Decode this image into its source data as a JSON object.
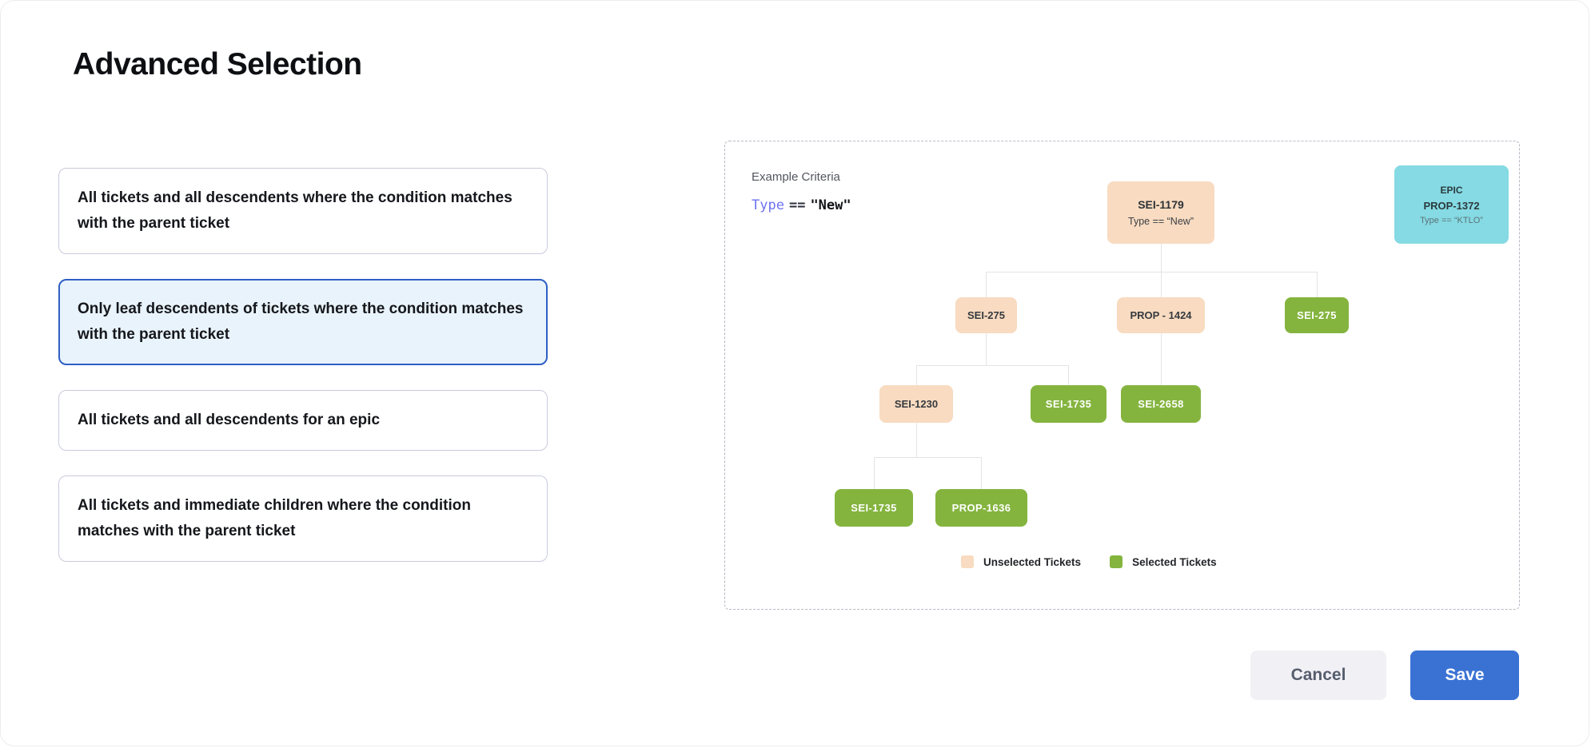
{
  "title": "Advanced Selection",
  "options": {
    "items": [
      {
        "label": "All tickets and all descendents where the condition matches with the parent ticket",
        "selected": false
      },
      {
        "label": "Only leaf descendents of tickets where the condition matches with the parent ticket",
        "selected": true
      },
      {
        "label": "All tickets and all descendents for an epic",
        "selected": false
      },
      {
        "label": "All tickets and immediate children where the condition matches with the parent ticket",
        "selected": false
      }
    ]
  },
  "example": {
    "label": "Example Criteria",
    "criteria": {
      "field": "Type",
      "operator": "==",
      "value": "\"New\""
    },
    "epic_card": {
      "type_label": "EPIC",
      "id": "PROP-1372",
      "condition": "Type == “KTLO”"
    },
    "tree": {
      "root": {
        "id": "SEI-1179",
        "condition": "Type == “New”",
        "state": "unselected"
      },
      "nodes": [
        {
          "id": "SEI-275",
          "state": "unselected"
        },
        {
          "id": "PROP - 1424",
          "state": "unselected"
        },
        {
          "id": "SEI-275",
          "state": "selected"
        },
        {
          "id": "SEI-1230",
          "state": "unselected"
        },
        {
          "id": "SEI-1735",
          "state": "selected"
        },
        {
          "id": "SEI-2658",
          "state": "selected"
        },
        {
          "id": "SEI-1735",
          "state": "selected"
        },
        {
          "id": "PROP-1636",
          "state": "selected"
        }
      ]
    },
    "legend": [
      {
        "label": "Unselected Tickets",
        "color": "#f8dbc0"
      },
      {
        "label": "Selected Tickets",
        "color": "#84b43e"
      }
    ]
  },
  "footer": {
    "cancel_label": "Cancel",
    "save_label": "Save"
  },
  "colors": {
    "unselected_ticket": "#f8dbc0",
    "selected_ticket": "#84b43e",
    "epic_card": "#85dae3",
    "selected_option_border": "#2f5fc5",
    "selected_option_bg": "#e9f3fb",
    "save_button": "#3a72d4",
    "criteria_field": "#6e72f2"
  }
}
